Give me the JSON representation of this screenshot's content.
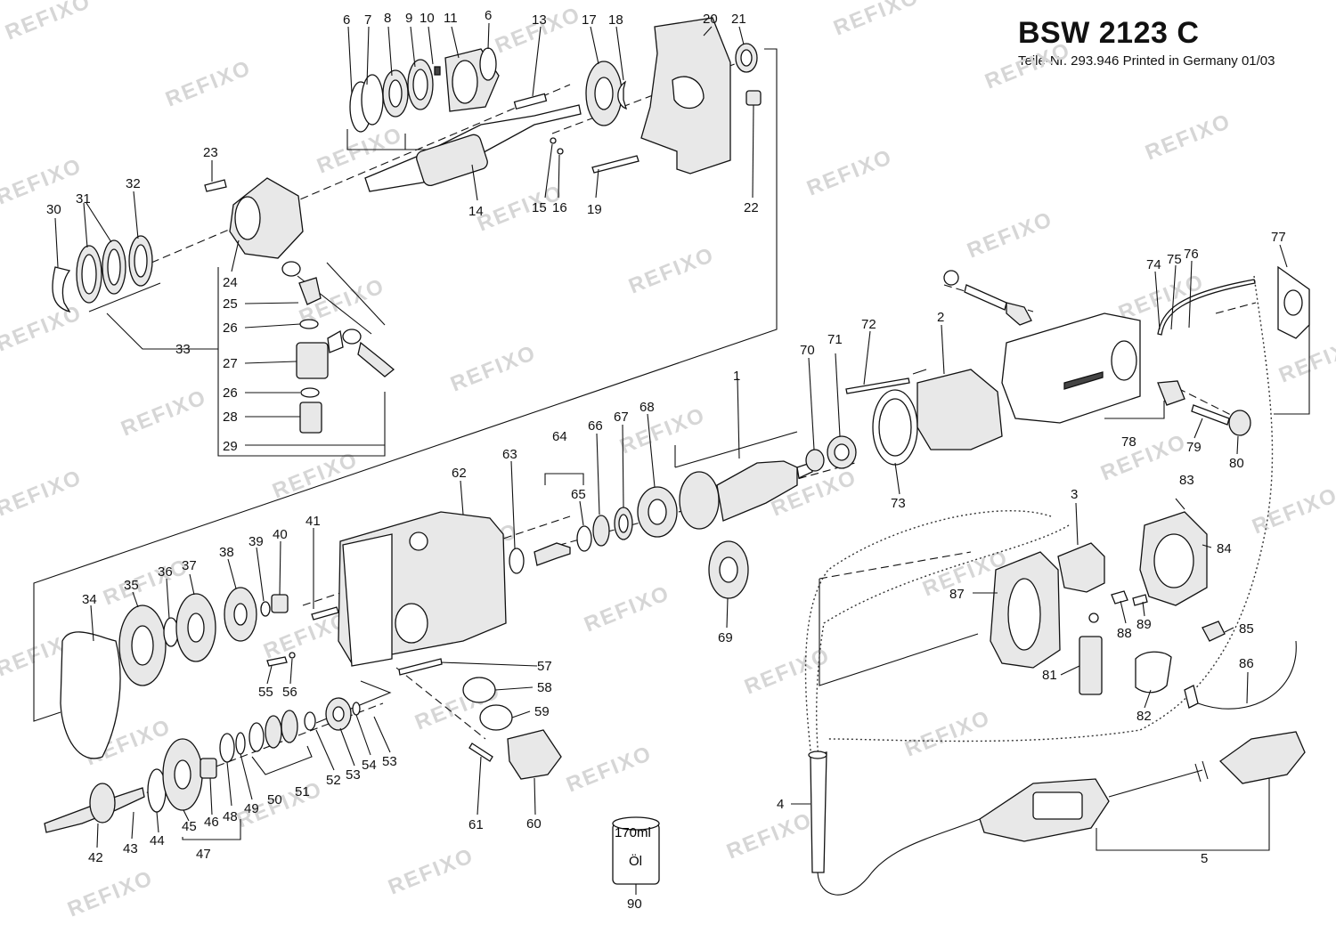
{
  "title": "BSW 2123 C",
  "subtitle": "Teile-Nr. 293.946 Printed in Germany 01/03",
  "watermark": "REFIXO",
  "can_volume": "170ml",
  "can_label": "Öl",
  "part_numbers": [
    "6",
    "7",
    "8",
    "9",
    "10",
    "11",
    "6",
    "13",
    "17",
    "18",
    "20",
    "21",
    "22",
    "19",
    "14",
    "15",
    "16",
    "23",
    "30",
    "31",
    "32",
    "24",
    "25",
    "26",
    "27",
    "26",
    "28",
    "29",
    "33",
    "77",
    "74",
    "75",
    "76",
    "72",
    "2",
    "70",
    "71",
    "1",
    "73",
    "78",
    "79",
    "80",
    "62",
    "63",
    "64",
    "65",
    "66",
    "67",
    "68",
    "69",
    "83",
    "3",
    "84",
    "87",
    "88",
    "89",
    "85",
    "86",
    "81",
    "82",
    "34",
    "35",
    "36",
    "37",
    "38",
    "39",
    "40",
    "41",
    "55",
    "56",
    "57",
    "58",
    "59",
    "61",
    "60",
    "42",
    "43",
    "44",
    "45",
    "46",
    "47",
    "48",
    "49",
    "50",
    "51",
    "52",
    "53",
    "54",
    "53",
    "90",
    "4",
    "5"
  ]
}
